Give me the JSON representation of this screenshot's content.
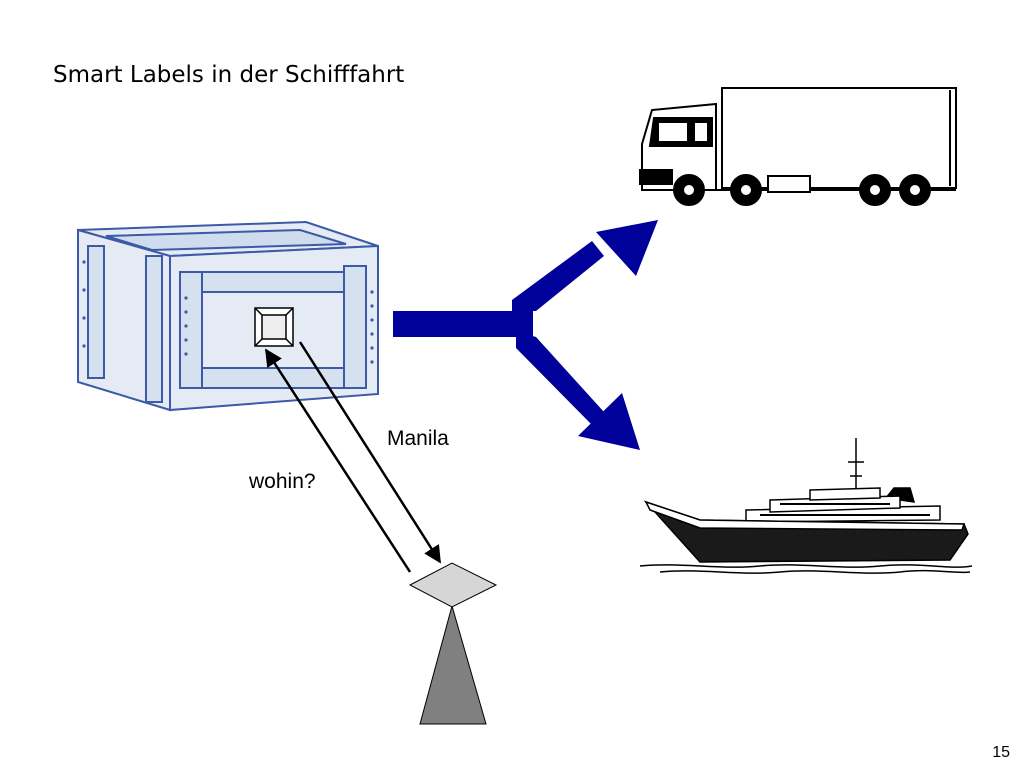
{
  "slide": {
    "title": "Smart Labels in der Schifffahrt",
    "page_number": "15"
  },
  "diagram": {
    "label_response": "Manila",
    "label_query": "wohin?",
    "colors": {
      "arrow": "#00009a",
      "crate": "#3c5aa5",
      "crate_fill": "#e4ebf5",
      "reader_head": "#d6d6d6",
      "reader_stand": "#808080"
    },
    "icons": [
      "crate-icon",
      "smart-label-icon",
      "truck-icon",
      "ship-icon",
      "reader-antenna-icon"
    ]
  }
}
